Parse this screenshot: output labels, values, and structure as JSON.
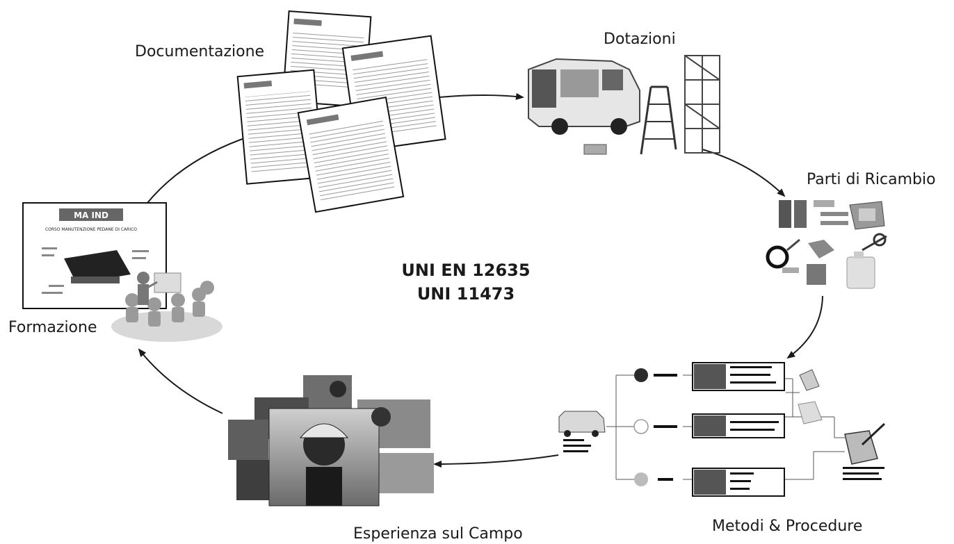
{
  "labels": {
    "documentazione": "Documentazione",
    "dotazioni": "Dotazioni",
    "parti_ricambio": "Parti di Ricambio",
    "metodi_procedure": "Metodi & Procedure",
    "esperienza": "Esperienza sul Campo",
    "formazione": "Formazione"
  },
  "center": {
    "line1": "UNI EN 12635",
    "line2": "UNI 11473"
  },
  "poster": {
    "brand": "MA IND",
    "subtitle": "CORSO MANUTENZIONE PEDANE DI CARICO"
  }
}
